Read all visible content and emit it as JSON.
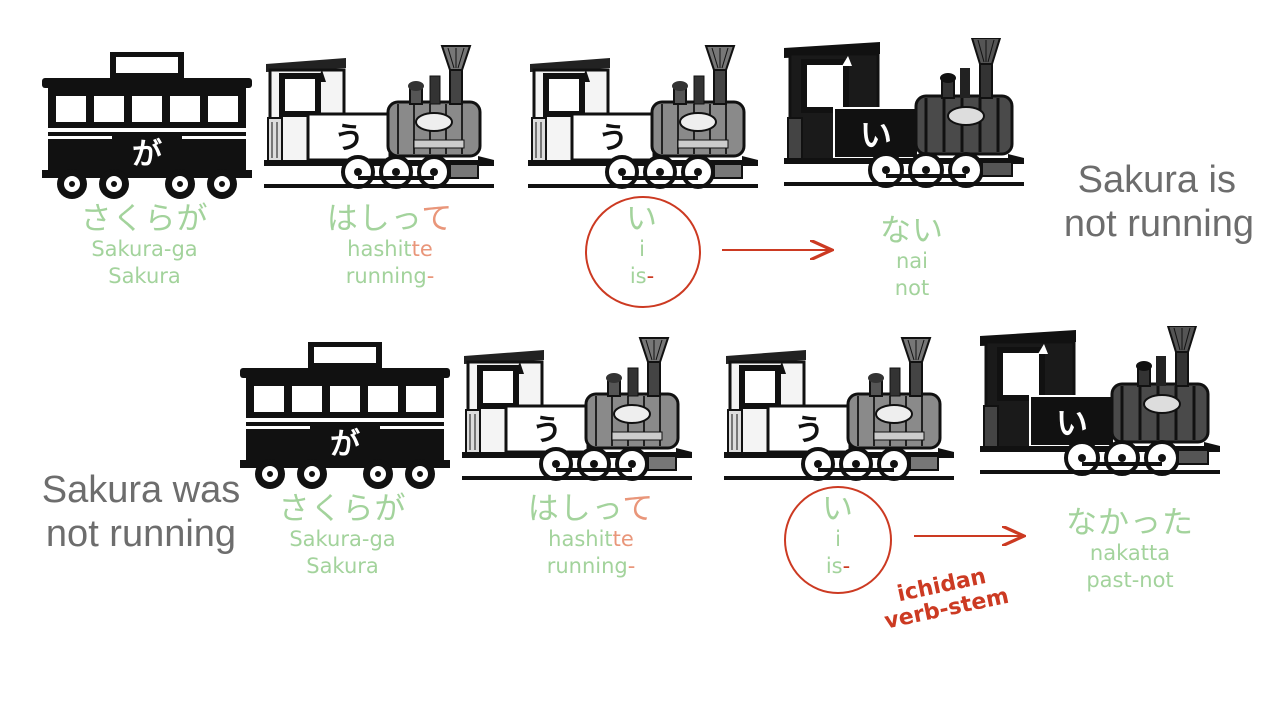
{
  "row1": {
    "caboose_kana": "が",
    "engine1_kana": "う",
    "engine2_kana": "う",
    "engine3_kana": "い",
    "word1": {
      "jp": "さくらが",
      "romaji": "Sakura-ga",
      "english": "Sakura"
    },
    "word2": {
      "jp_main": "はしっ",
      "jp_hl": "て",
      "romaji_main": "hashit",
      "romaji_hl": "te",
      "english_main": "running",
      "english_hl": "-"
    },
    "word3": {
      "jp": "い",
      "romaji": "i",
      "english_main": "is",
      "english_hl": "-"
    },
    "word4": {
      "jp": "ない",
      "romaji": "nai",
      "english": "not"
    },
    "caption": [
      "Sakura is",
      "not running"
    ]
  },
  "row2": {
    "caboose_kana": "が",
    "engine1_kana": "う",
    "engine2_kana": "う",
    "engine3_kana": "い",
    "word1": {
      "jp": "さくらが",
      "romaji": "Sakura-ga",
      "english": "Sakura"
    },
    "word2": {
      "jp_main": "はしっ",
      "jp_hl": "て",
      "romaji_main": "hashit",
      "romaji_hl": "te",
      "english_main": "running",
      "english_hl": "-"
    },
    "word3": {
      "jp": "い",
      "romaji": "i",
      "english_main": "is",
      "english_hl": "-"
    },
    "word4": {
      "jp": "なかった",
      "romaji": "nakatta",
      "english": "past-not"
    },
    "caption": [
      "Sakura was",
      "not running"
    ],
    "note": [
      "ichidan",
      "verb-stem"
    ]
  },
  "colors": {
    "green": "#a3d39c",
    "salmon": "#e9967a",
    "red": "#cc3a22",
    "gray": "#6d6d6d",
    "black": "#111111"
  }
}
